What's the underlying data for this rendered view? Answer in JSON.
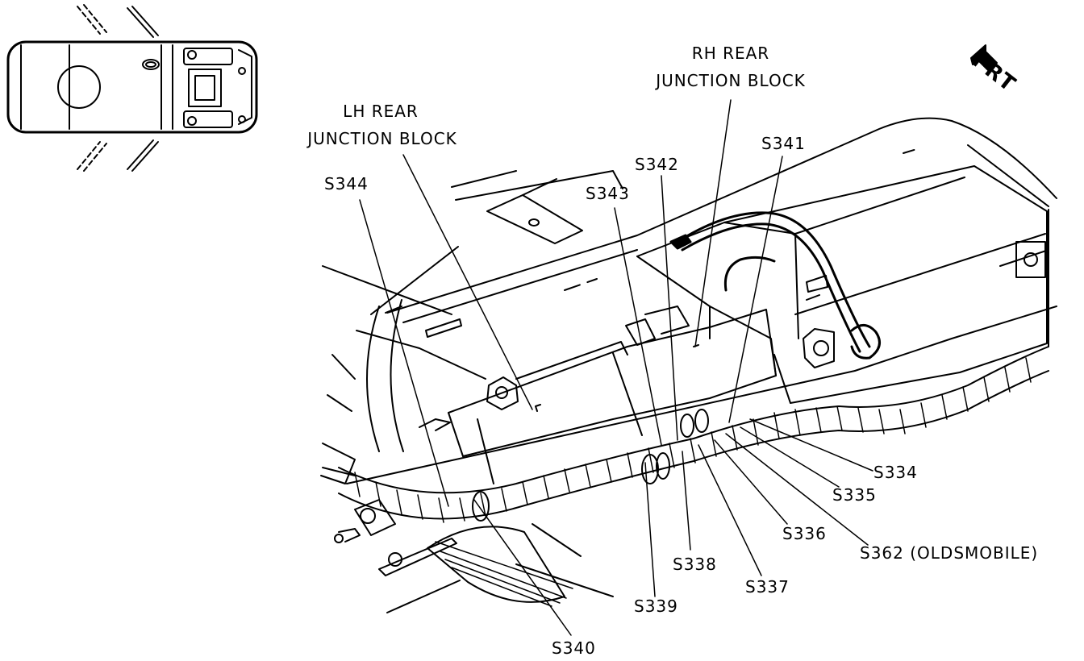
{
  "labels": {
    "rh_rear_line1": "RH REAR",
    "rh_rear_line2": "JUNCTION BLOCK",
    "lh_rear_line1": "LH REAR",
    "lh_rear_line2": "JUNCTION BLOCK",
    "s334": "S334",
    "s335": "S335",
    "s336": "S336",
    "s337": "S337",
    "s338": "S338",
    "s339": "S339",
    "s340": "S340",
    "s341": "S341",
    "s342": "S342",
    "s343": "S343",
    "s344": "S344",
    "s362": "S362 (OLDSMOBILE)"
  },
  "direction": {
    "front": "FRT"
  }
}
